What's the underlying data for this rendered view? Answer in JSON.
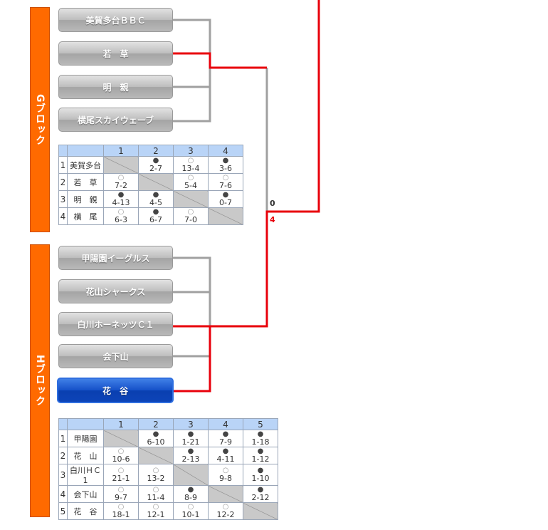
{
  "blocks": {
    "g": {
      "label": "Gブロック"
    },
    "h": {
      "label": "Hブロック"
    }
  },
  "g_teams": [
    "美賀多台ＢＢＣ",
    "若　草",
    "明　親",
    "横尾スカイウェーブ"
  ],
  "h_teams": [
    "甲陽園イーグルス",
    "花山シャークス",
    "白川ホーネッツＣ１",
    "会下山",
    "花　谷"
  ],
  "final_scores": {
    "g": "0",
    "h": "4"
  },
  "colors": {
    "winner_line": "#e8000b",
    "line": "#a0a0a0",
    "block": "#ff6a00",
    "header": "#b9d4f7"
  },
  "g_table": {
    "cols": [
      "1",
      "2",
      "3",
      "4"
    ],
    "rows": [
      {
        "num": "1",
        "name": "美賀多台",
        "cells": [
          null,
          {
            "m": "●",
            "s": "2-7"
          },
          {
            "m": "○",
            "s": "13-4"
          },
          {
            "m": "●",
            "s": "3-6"
          }
        ]
      },
      {
        "num": "2",
        "name": "若　草",
        "cells": [
          {
            "m": "○",
            "s": "7-2"
          },
          null,
          {
            "m": "○",
            "s": "5-4"
          },
          {
            "m": "○",
            "s": "7-6"
          }
        ]
      },
      {
        "num": "3",
        "name": "明　親",
        "cells": [
          {
            "m": "●",
            "s": "4-13"
          },
          {
            "m": "●",
            "s": "4-5"
          },
          null,
          {
            "m": "●",
            "s": "0-7"
          }
        ]
      },
      {
        "num": "4",
        "name": "横　尾",
        "cells": [
          {
            "m": "○",
            "s": "6-3"
          },
          {
            "m": "●",
            "s": "6-7"
          },
          {
            "m": "○",
            "s": "7-0"
          },
          null
        ]
      }
    ]
  },
  "h_table": {
    "cols": [
      "1",
      "2",
      "3",
      "4",
      "5"
    ],
    "rows": [
      {
        "num": "1",
        "name": "甲陽園",
        "cells": [
          null,
          {
            "m": "●",
            "s": "6-10"
          },
          {
            "m": "●",
            "s": "1-21"
          },
          {
            "m": "●",
            "s": "7-9"
          },
          {
            "m": "●",
            "s": "1-18"
          }
        ]
      },
      {
        "num": "2",
        "name": "花　山",
        "cells": [
          {
            "m": "○",
            "s": "10-6"
          },
          null,
          {
            "m": "●",
            "s": "2-13"
          },
          {
            "m": "●",
            "s": "4-11"
          },
          {
            "m": "●",
            "s": "1-12"
          }
        ]
      },
      {
        "num": "3",
        "name": "白川ＨＣ1",
        "cells": [
          {
            "m": "○",
            "s": "21-1"
          },
          {
            "m": "○",
            "s": "13-2"
          },
          null,
          {
            "m": "○",
            "s": "9-8"
          },
          {
            "m": "●",
            "s": "1-10"
          }
        ]
      },
      {
        "num": "4",
        "name": "会下山",
        "cells": [
          {
            "m": "○",
            "s": "9-7"
          },
          {
            "m": "○",
            "s": "11-4"
          },
          {
            "m": "●",
            "s": "8-9"
          },
          null,
          {
            "m": "●",
            "s": "2-12"
          }
        ]
      },
      {
        "num": "5",
        "name": "花　谷",
        "cells": [
          {
            "m": "○",
            "s": "18-1"
          },
          {
            "m": "○",
            "s": "12-1"
          },
          {
            "m": "○",
            "s": "10-1"
          },
          {
            "m": "○",
            "s": "12-2"
          },
          null
        ]
      }
    ]
  }
}
